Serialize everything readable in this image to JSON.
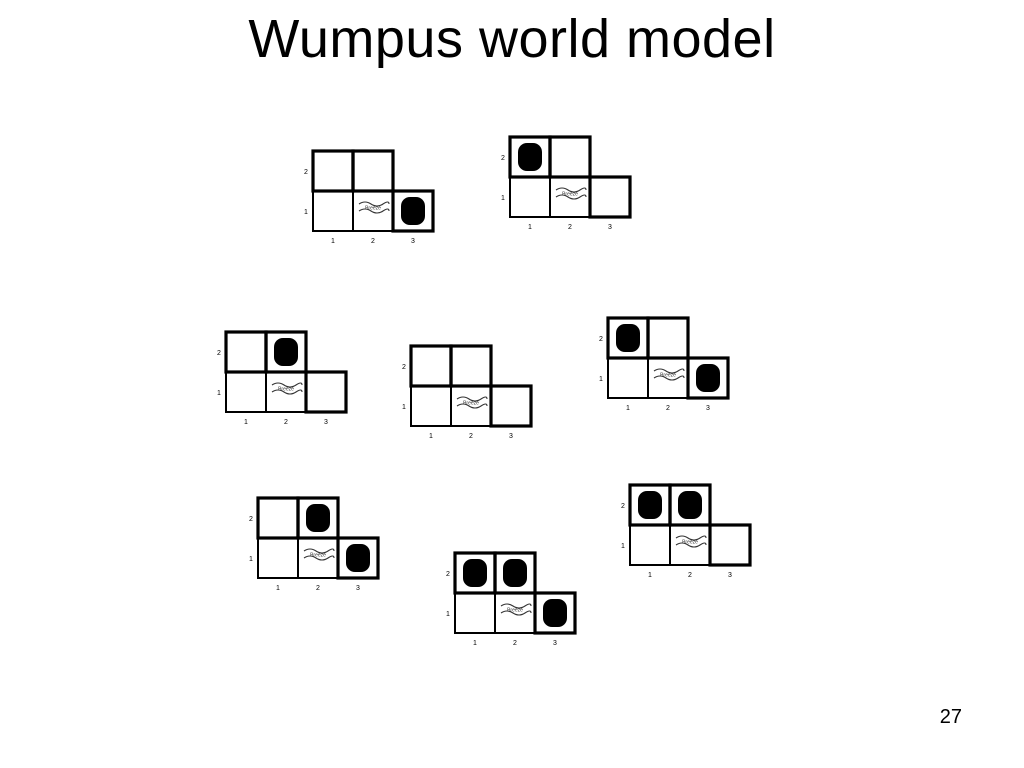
{
  "slide": {
    "title": "Wumpus world model",
    "page_number": "27"
  },
  "axis_labels": {
    "columns": [
      "1",
      "2",
      "3"
    ],
    "rows": [
      "1",
      "2"
    ]
  },
  "icons": {
    "pit": "pit-icon",
    "breeze": "breeze-icon"
  },
  "breeze_text": "Breeze",
  "models": [
    {
      "id": "model-1",
      "pits": [
        "3,1"
      ]
    },
    {
      "id": "model-2",
      "pits": [
        "1,2"
      ]
    },
    {
      "id": "model-3",
      "pits": [
        "2,2"
      ]
    },
    {
      "id": "model-4",
      "pits": []
    },
    {
      "id": "model-5",
      "pits": [
        "1,2",
        "3,1"
      ]
    },
    {
      "id": "model-6",
      "pits": [
        "2,2",
        "3,1"
      ]
    },
    {
      "id": "model-7",
      "pits": [
        "1,2",
        "2,2",
        "3,1"
      ]
    },
    {
      "id": "model-8",
      "pits": [
        "1,2",
        "2,2"
      ]
    }
  ]
}
